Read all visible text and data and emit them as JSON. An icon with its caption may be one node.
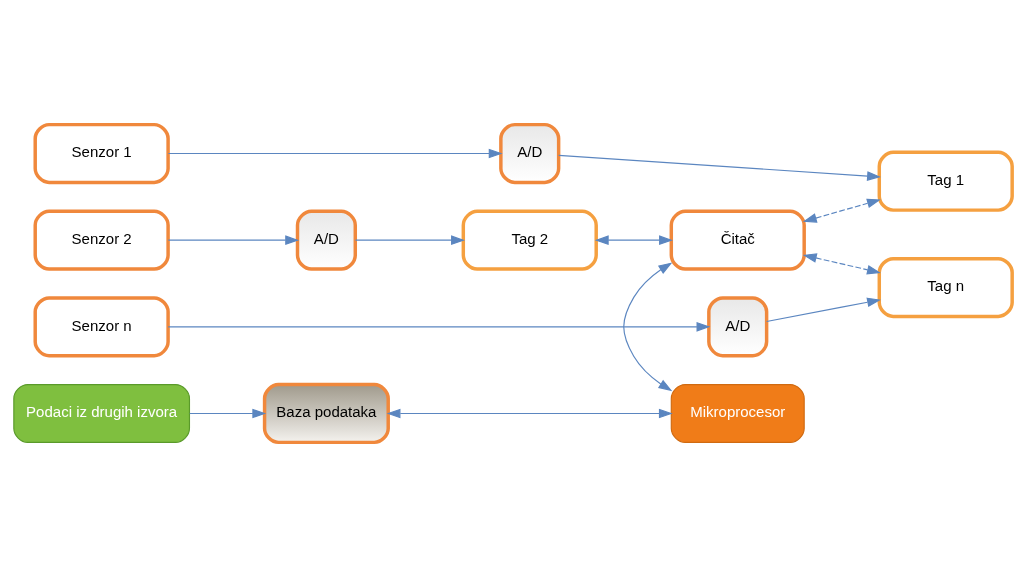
{
  "diagram": {
    "nodes": [
      {
        "text": [
          "Senzor 1"
        ]
      },
      {
        "text": [
          "A/D"
        ]
      },
      {
        "text": [
          "Tag 1"
        ]
      },
      {
        "text": [
          "Senzor 2"
        ]
      },
      {
        "text": [
          "A/D"
        ]
      },
      {
        "text": [
          "Tag 2"
        ]
      },
      {
        "text": [
          "Čitač"
        ]
      },
      {
        "text": [
          "Senzor n"
        ]
      },
      {
        "text": [
          "A/D"
        ]
      },
      {
        "text": [
          "Tag n"
        ]
      },
      {
        "text": [
          "Podaci iz drugih izvora"
        ]
      },
      {
        "text": [
          "Baza podataka"
        ]
      },
      {
        "text": [
          "Mikroprocesor"
        ]
      }
    ],
    "edges": [
      {
        "from": 0,
        "to": 1,
        "arrow": "to"
      },
      {
        "from": 1,
        "to": 2,
        "arrow": "to"
      },
      {
        "from": 3,
        "to": 4,
        "arrow": "to"
      },
      {
        "from": 4,
        "to": 5,
        "arrow": "to"
      },
      {
        "from": 7,
        "to": 8,
        "arrow": "to"
      },
      {
        "from": 8,
        "to": 9,
        "arrow": "to"
      },
      {
        "from": 6,
        "to": 2,
        "arrow": "both",
        "style": "dashed"
      },
      {
        "from": 5,
        "to": 6,
        "arrow": "both"
      },
      {
        "from": 6,
        "to": 9,
        "arrow": "both",
        "style": "dashed"
      },
      {
        "from": 6,
        "to": 12,
        "arrow": "both"
      },
      {
        "from": 10,
        "to": 11,
        "arrow": "to"
      },
      {
        "from": 11,
        "to": 12,
        "arrow": "both"
      }
    ]
  }
}
